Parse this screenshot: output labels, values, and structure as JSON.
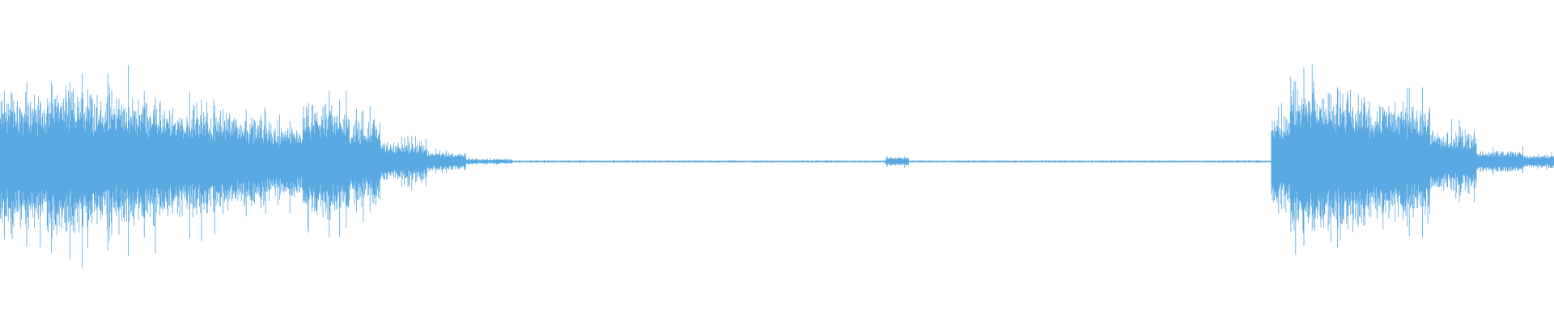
{
  "waveform": {
    "color": "#5aa9e3",
    "background": "#ffffff",
    "peak_segments": [
      {
        "t0": 0.0,
        "t1": 0.03,
        "amp": 0.62
      },
      {
        "t0": 0.03,
        "t1": 0.06,
        "amp": 0.7
      },
      {
        "t0": 0.06,
        "t1": 0.1,
        "amp": 0.6
      },
      {
        "t0": 0.1,
        "t1": 0.15,
        "amp": 0.5
      },
      {
        "t0": 0.15,
        "t1": 0.175,
        "amp": 0.42
      },
      {
        "t0": 0.175,
        "t1": 0.195,
        "amp": 0.32
      },
      {
        "t0": 0.195,
        "t1": 0.225,
        "amp": 0.52
      },
      {
        "t0": 0.225,
        "t1": 0.245,
        "amp": 0.4
      },
      {
        "t0": 0.245,
        "t1": 0.275,
        "amp": 0.18
      },
      {
        "t0": 0.275,
        "t1": 0.3,
        "amp": 0.09
      },
      {
        "t0": 0.3,
        "t1": 0.33,
        "amp": 0.025
      },
      {
        "t0": 0.33,
        "t1": 0.57,
        "amp": 0.01
      },
      {
        "t0": 0.57,
        "t1": 0.585,
        "amp": 0.04
      },
      {
        "t0": 0.585,
        "t1": 0.818,
        "amp": 0.01
      },
      {
        "t0": 0.818,
        "t1": 0.83,
        "amp": 0.42
      },
      {
        "t0": 0.83,
        "t1": 0.88,
        "amp": 0.66
      },
      {
        "t0": 0.88,
        "t1": 0.92,
        "amp": 0.55
      },
      {
        "t0": 0.92,
        "t1": 0.95,
        "amp": 0.28
      },
      {
        "t0": 0.95,
        "t1": 0.98,
        "amp": 0.1
      },
      {
        "t0": 0.98,
        "t1": 1.0,
        "amp": 0.06
      }
    ]
  }
}
